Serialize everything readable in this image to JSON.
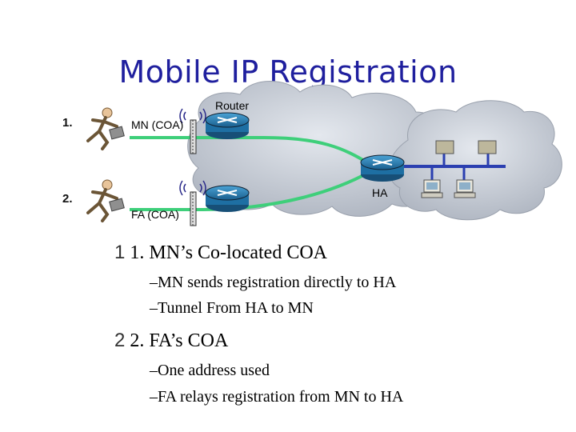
{
  "title": "Mobile IP Registration",
  "diagram": {
    "router_label": "Router",
    "mn_label": "MN (COA)",
    "fa_label": "FA (COA)",
    "ha_label": "HA",
    "step1": "1.",
    "step2": "2."
  },
  "bullets": [
    {
      "marker": "1",
      "text": "1. MN’s Co-located COA",
      "sub": [
        "–MN sends registration directly to HA",
        "–Tunnel From HA to MN"
      ]
    },
    {
      "marker": "2",
      "text": "2. FA’s COA",
      "sub": [
        "–One address used",
        "–FA relays registration from MN to HA"
      ]
    }
  ],
  "colors": {
    "title": "#1f1f9e",
    "path": "#3ecf7a",
    "router": "#1e6fa3",
    "cloud": "#c7ccd6"
  }
}
